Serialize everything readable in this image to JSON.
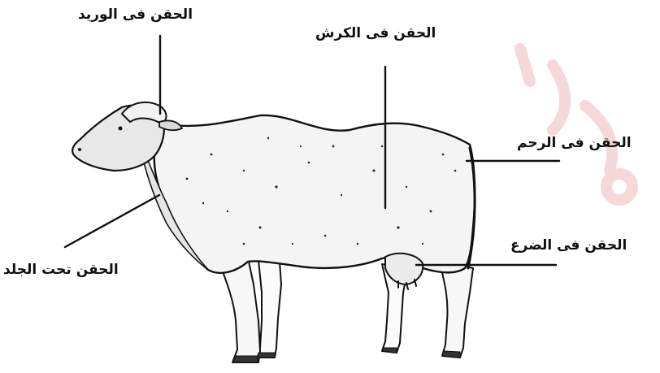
{
  "labels": {
    "vein": "الحقن فى الوريد",
    "rumen": "الحقن فى الكرش",
    "uterus": "الحقن فى الرحم",
    "udder": "الحقن فى الضرع",
    "subcutaneous": "الحقن تحت الجلد"
  },
  "colors": {
    "ink": "#111111",
    "background": "#ffffff",
    "watermark": "#f6d8d8"
  }
}
